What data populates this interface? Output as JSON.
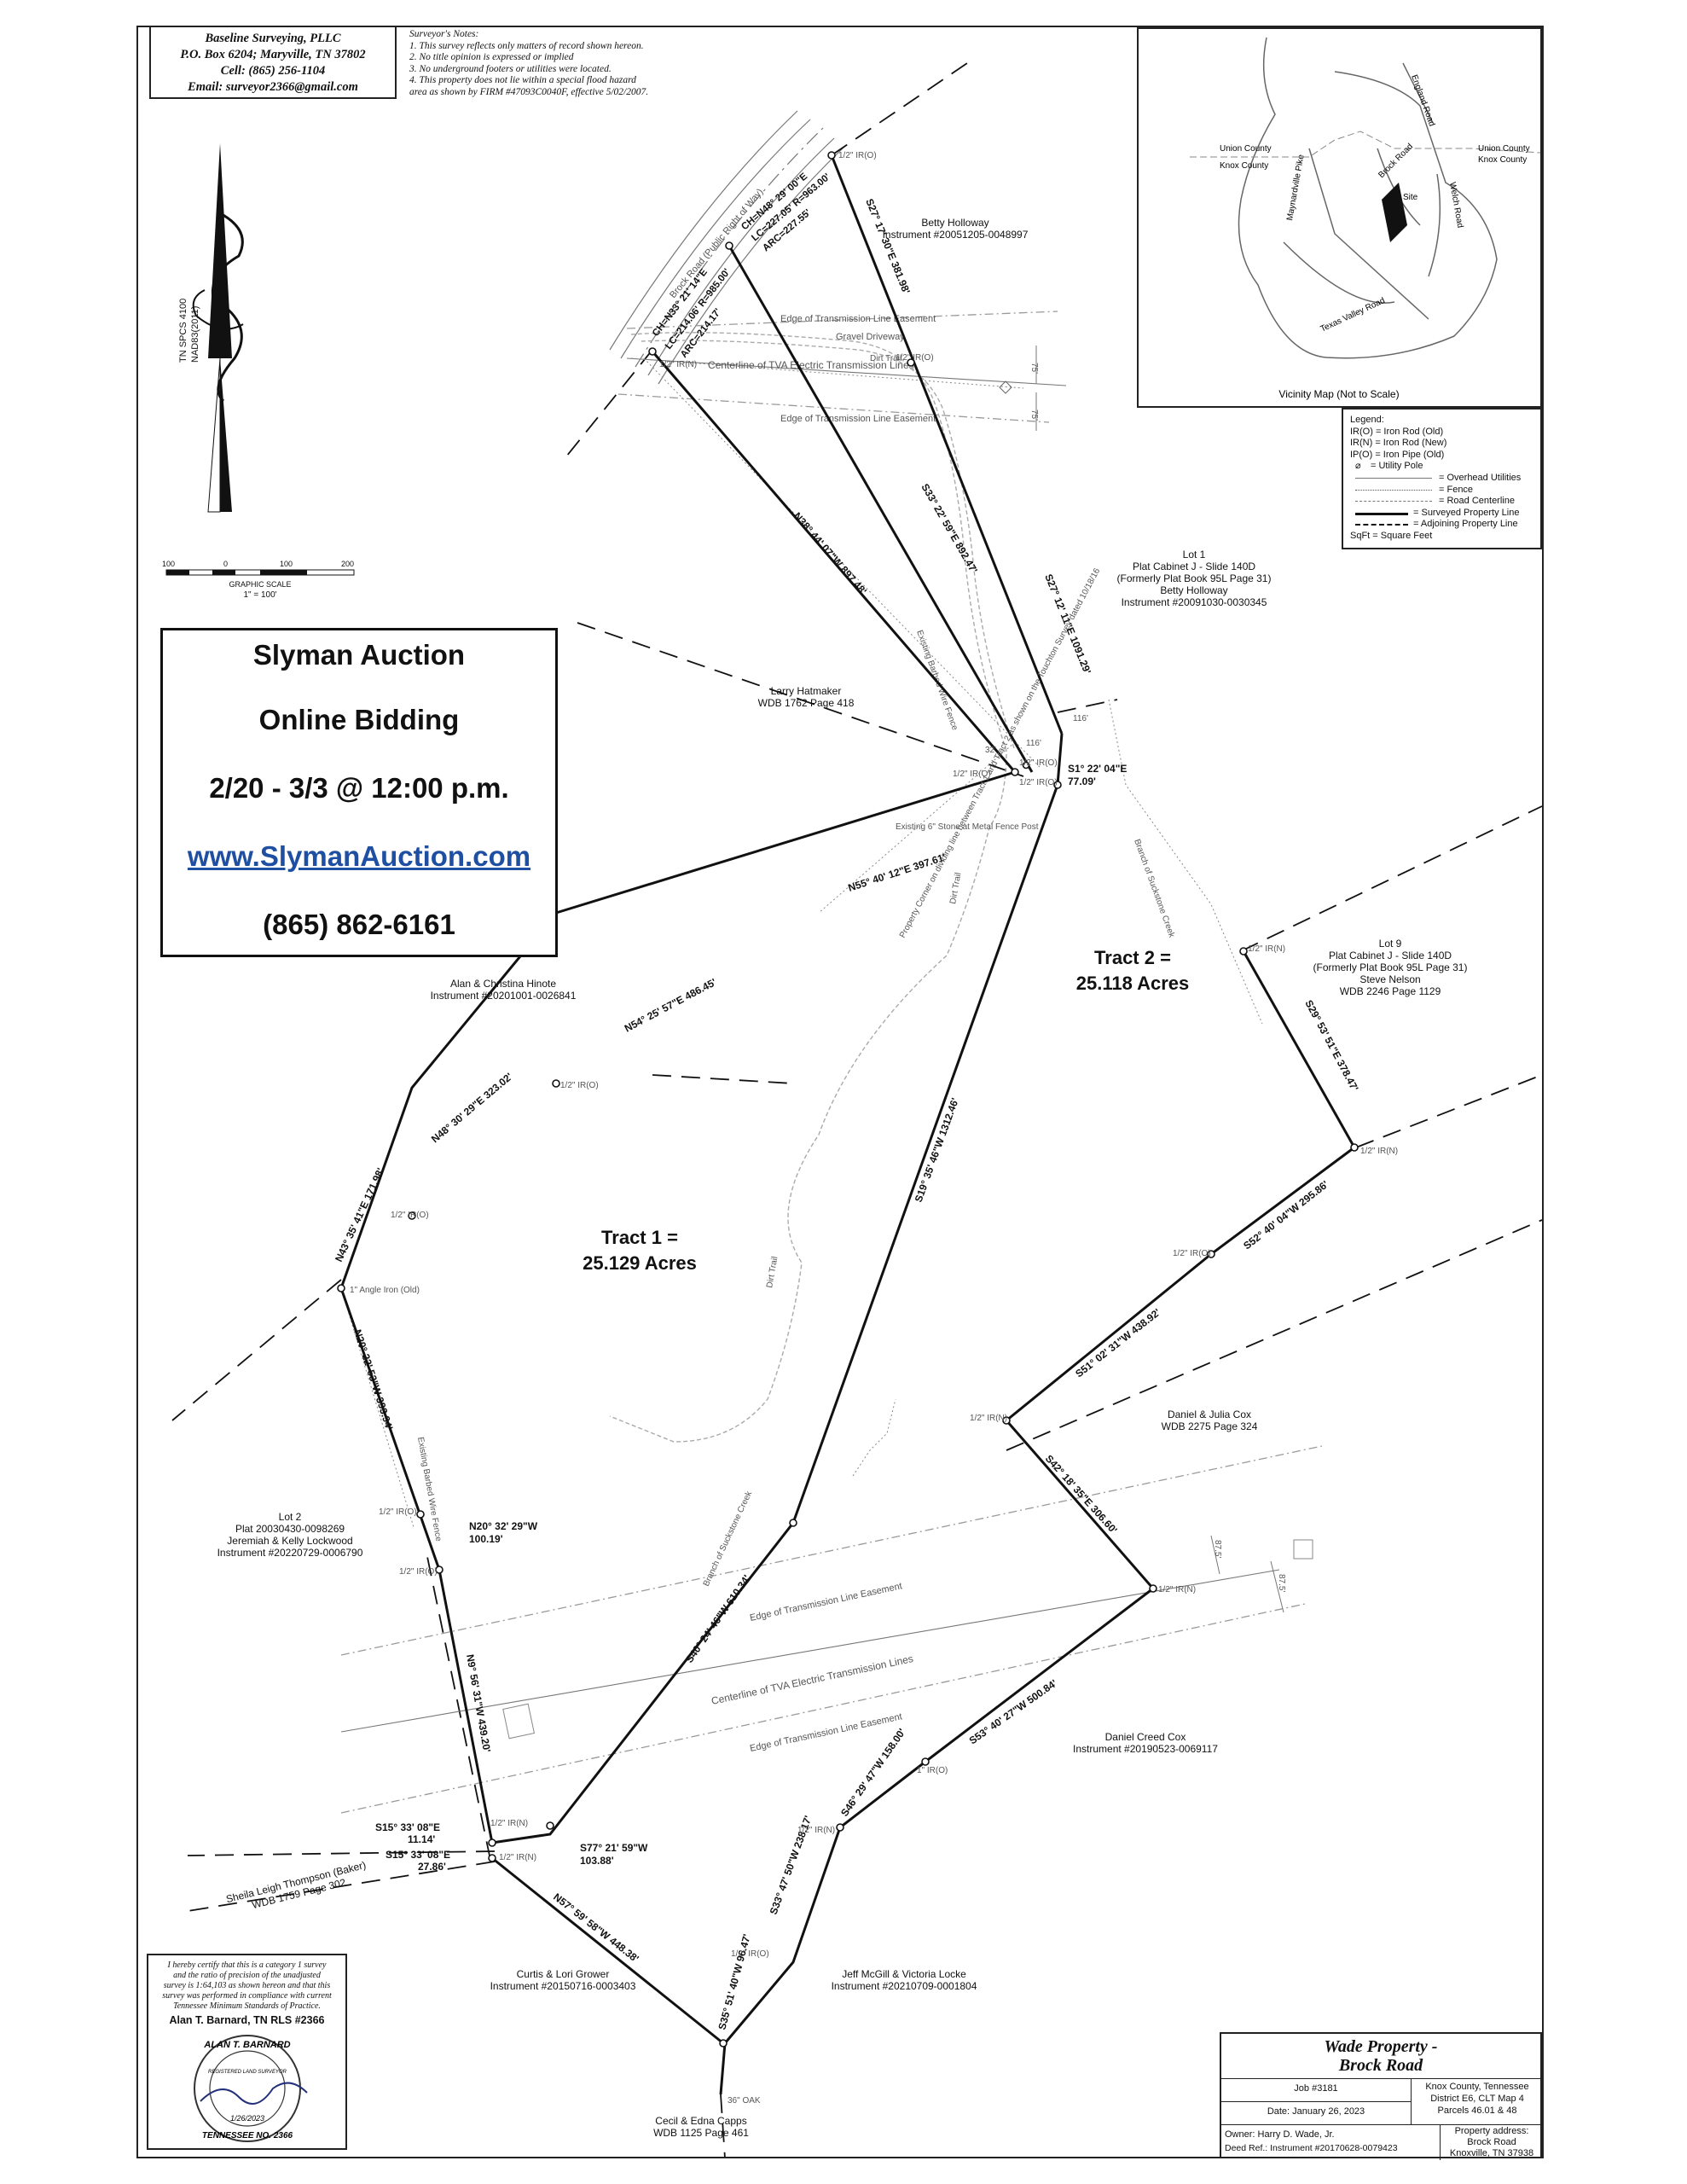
{
  "company": {
    "name": "Baseline Surveying, PLLC",
    "address": "P.O. Box 6204; Maryville, TN 37802",
    "cell": "Cell: (865) 256-1104",
    "email": "Email: surveyor2366@gmail.com"
  },
  "notes": {
    "title": "Surveyor's Notes:",
    "lines": [
      "1. This survey reflects only matters of record shown hereon.",
      "2. No title opinion is expressed or implied",
      "3. No underground footers or utilities were located.",
      "4. This property does not lie within a special flood hazard",
      "area as shown by FIRM #47093C0040F, effective 5/02/2007."
    ]
  },
  "north_arrow": {
    "label_1": "TN SPCS 4100",
    "label_2": "NAD83(2011)"
  },
  "scale": {
    "ticks": [
      "100",
      "0",
      "100",
      "200"
    ],
    "title": "GRAPHIC SCALE",
    "ratio": "1\" = 100'"
  },
  "auction": {
    "title": "Slyman Auction",
    "subtitle": "Online Bidding",
    "dates": "2/20 - 3/3 @ 12:00 p.m.",
    "website": "www.SlymanAuction.com",
    "phone": "(865) 862-6161"
  },
  "vicinity": {
    "caption": "Vicinity Map (Not to Scale)",
    "labels": [
      "Union County",
      "Knox County",
      "Union County",
      "Knox County",
      "England Road",
      "Brock Road",
      "Site",
      "Welch Road",
      "Maynardville Pike",
      "Texas Valley Road"
    ]
  },
  "legend": {
    "title": "Legend:",
    "items": [
      "IR(O) = Iron Rod (Old)",
      "IR(N) = Iron Rod (New)",
      "IP(O) = Iron Pipe (Old)",
      "= Utility Pole",
      "= Overhead Utilities",
      "= Fence",
      "= Road Centerline",
      "= Surveyed Property Line",
      "= Adjoining Property Line",
      "SqFt = Square Feet"
    ]
  },
  "tracts": {
    "tract1": {
      "name": "Tract 1 =",
      "acres": "25.129 Acres"
    },
    "tract2": {
      "name": "Tract 2 =",
      "acres": "25.118 Acres"
    }
  },
  "owners": {
    "holloway_top": [
      "Betty Holloway",
      "Instrument #20051205-0048997"
    ],
    "lot1": [
      "Lot 1",
      "Plat Cabinet J - Slide 140D",
      "(Formerly Plat Book 95L Page 31)",
      "Betty Holloway",
      "Instrument #20091030-0030345"
    ],
    "hatmaker": [
      "Larry Hatmaker",
      "WDB 1762 Page 418"
    ],
    "lot9": [
      "Lot 9",
      "Plat Cabinet J - Slide 140D",
      "(Formerly Plat Book 95L Page 31)",
      "Steve Nelson",
      "WDB 2246 Page 1129"
    ],
    "hinote": [
      "Alan & Christina Hinote",
      "Instrument #20201001-0026841"
    ],
    "cox_julia": [
      "Daniel & Julia Cox",
      "WDB 2275 Page 324"
    ],
    "lot2": [
      "Lot 2",
      "Plat 20030430-0098269",
      "Jeremiah & Kelly Lockwood",
      "Instrument #20220729-0006790"
    ],
    "creed_cox": [
      "Daniel Creed Cox",
      "Instrument #20190523-0069117"
    ],
    "thompson": [
      "Sheila Leigh Thompson (Baker)",
      "WDB 1759 Page 302"
    ],
    "grower": [
      "Curtis & Lori Grower",
      "Instrument #20150716-0003403"
    ],
    "mcgill": [
      "Jeff McGill & Victoria Locke",
      "Instrument #20210709-0001804"
    ],
    "capps": [
      "Cecil & Edna Capps",
      "WDB 1125 Page 461"
    ]
  },
  "features": {
    "brock_road": "Brock Road (Public Right of Way)",
    "easement_edge": "Edge of Transmission Line Easement",
    "centerline_tva": "Centerline of TVA Electric Transmission Lines",
    "gravel_driveway": "Gravel Driveway",
    "dirt_trail": "Dirt Trail",
    "barbed_fence": "Existing Barbed Wire Fence",
    "stone": "Existing 6\" Stone at Metal Fence Post",
    "suckstone": "Branch of Suckstone Creek",
    "survey_note": "Property Corner on dividing line between Tract 1 and Tract 2 as shown on the Touchton Survey dated 10/18/16",
    "angle_iron": "1\" Angle Iron (Old)",
    "oak": "36\" OAK",
    "dim_75a": "75'",
    "dim_75b": "75'",
    "dim_875a": "87.5'",
    "dim_875b": "87.5'",
    "dim_116a": "116'",
    "dim_116b": "116'",
    "dim_32": "32'"
  },
  "curves": {
    "c1": [
      "CH=N33° 21' 14\"E",
      "LC=214.06'",
      "R=985.00'",
      "ARC=214.17'"
    ],
    "c2": [
      "CH=N48° 29' 00\"E",
      "LC=227.05'",
      "R=963.00'",
      "ARC=227.55'"
    ]
  },
  "bearings": {
    "b01": "S27° 17' 30\"E  381.98'",
    "b02": "S33° 22' 59\"E  892.47'",
    "b03": "N38° 44' 07\"W  897.48'",
    "b04": "S27° 12' 11\"E  1091.29'",
    "b05": "S1° 22' 04\"E",
    "b05d": "77.09'",
    "b06": "N55° 40' 12\"E  397.61'",
    "b07": "N54° 25' 57\"E  486.45'",
    "b08": "N48° 30' 29\"E  323.02'",
    "b09": "N43° 35' 41\"E  171.98'",
    "b10": "S29° 53' 51\"E  378.47'",
    "b11": "S19° 35' 46\"W  1312.46'",
    "b12": "S52° 40' 04\"W  295.86'",
    "b13": "S51° 02' 31\"W  438.92'",
    "b14": "N20° 22' 53\"W  393.94'",
    "b15": "N20° 32' 29\"W",
    "b15d": "100.19'",
    "b16": "S42° 18' 35\"E  306.60'",
    "b17": "S40° 24' 46\"W  610.34'",
    "b18": "N9° 56' 31\"W  439.20'",
    "b19": "S53° 40' 27\"W  500.84'",
    "b20": "S15° 33' 08\"E",
    "b20d": "11.14'",
    "b21": "S15° 33' 08\"E",
    "b21d": "27.86'",
    "b22": "S77° 21' 59\"W",
    "b22d": "103.88'",
    "b23": "N57° 59' 58\"W  448.38'",
    "b24": "S46° 29' 47\"W  158.00'",
    "b25": "S33° 47' 50\"W  238.17'",
    "b26": "S35° 51' 40\"W  96.47'"
  },
  "monuments": {
    "m_top": "1/2\" IR(O)",
    "m_drive": "1/2\" IR(O)",
    "m_left": "1/2\" IR(N)",
    "m_mid1": "1/2\" IR(O)",
    "m_mid2": "1/2\" IR(O)",
    "m_mid3": "1/2\" IR(O)",
    "m_mid4": "1/2\" IR(O)",
    "m_lot9": "1/2\" IR(N)",
    "m_right": "1/2\" IR(N)",
    "m_hinote": "1/2\" IR(O)",
    "m_left2": "1/2\" IR(O)",
    "m_cox": "1/2\" IR(N)",
    "m_cox2": "1/2\" IR(O)",
    "m_lot2a": "1/2\" IR(O)",
    "m_lot2b": "1/2\" IR(O)",
    "m_east": "1/2\" IR(N)",
    "m_sw1": "1/2\" IR(N)",
    "m_sw2": "1/2\" IR(N)",
    "m_south": "1/2\" IR(O)",
    "m_1ir": "1\" IR(O)",
    "m_mcgill": "1/2\" IR(N)"
  },
  "certification": {
    "lines": [
      "I hereby certify that this is a category 1 survey",
      "and the ratio of precision of the unadjusted",
      "survey is 1:64,103 as shown hereon and that this",
      "survey was performed in compliance with current",
      "Tennessee Minimum Standards of Practice."
    ],
    "signer": "Alan T. Barnard, TN RLS #2366",
    "seal_top": "ALAN T. BARNARD",
    "seal_mid": "REGISTERED LAND SURVEYOR",
    "seal_bottom": "TENNESSEE NO. 2366",
    "seal_date": "1/26/2023"
  },
  "title_block": {
    "title_1": "Wade Property -",
    "title_2": "Brock Road",
    "job": "Job #3181",
    "date": "Date: January 26, 2023",
    "county": [
      "Knox County, Tennessee",
      "District E6, CLT Map 4",
      "Parcels 46.01 & 48"
    ],
    "owner": "Owner: Harry D. Wade, Jr.",
    "deed": "Deed Ref.: Instrument #20170628-0079423",
    "prop_label": "Property address:",
    "prop_1": "Brock Road",
    "prop_2": "Knoxville, TN 37938"
  },
  "colors": {
    "link": "#1f4fa3",
    "line": "#111111",
    "grey": "#8a8a8a"
  }
}
